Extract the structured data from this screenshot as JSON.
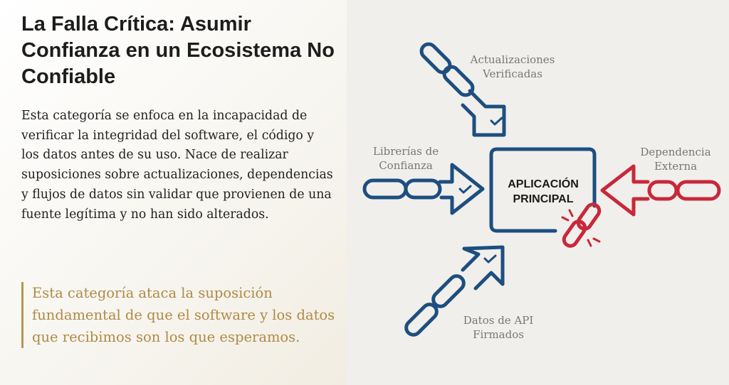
{
  "slide": {
    "title": "La Falla Crítica: Asumir Confianza en un Ecosistema No Confiable",
    "body": "Esta categoría se enfoca en la incapacidad de verificar la integridad del software, el código y los datos antes de su uso. Nace de realizar suposiciones sobre actualizaciones, dependencias y flujos de datos sin validar que provienen de una fuente legítima y no han sido alterados.",
    "quote": "Esta categoría ataca la suposición fundamental de que el software y los datos que recibimos son los que esperamos."
  },
  "diagram": {
    "center_line1": "APLICACIÓN",
    "center_line2": "PRINCIPAL",
    "inputs": [
      {
        "line1": "Actualizaciones",
        "line2": "Verificadas",
        "status": "verified",
        "icon": "check-icon"
      },
      {
        "line1": "Librerías de",
        "line2": "Confianza",
        "status": "verified",
        "icon": "check-icon"
      },
      {
        "line1": "Datos de API",
        "line2": "Firmados",
        "status": "verified",
        "icon": "check-icon"
      },
      {
        "line1": "Dependencia",
        "line2": "Externa",
        "status": "broken",
        "icon": "broken-link-icon"
      }
    ],
    "colors": {
      "trusted": "#1d4e80",
      "untrusted": "#c8283a",
      "accent": "#b89550"
    }
  }
}
